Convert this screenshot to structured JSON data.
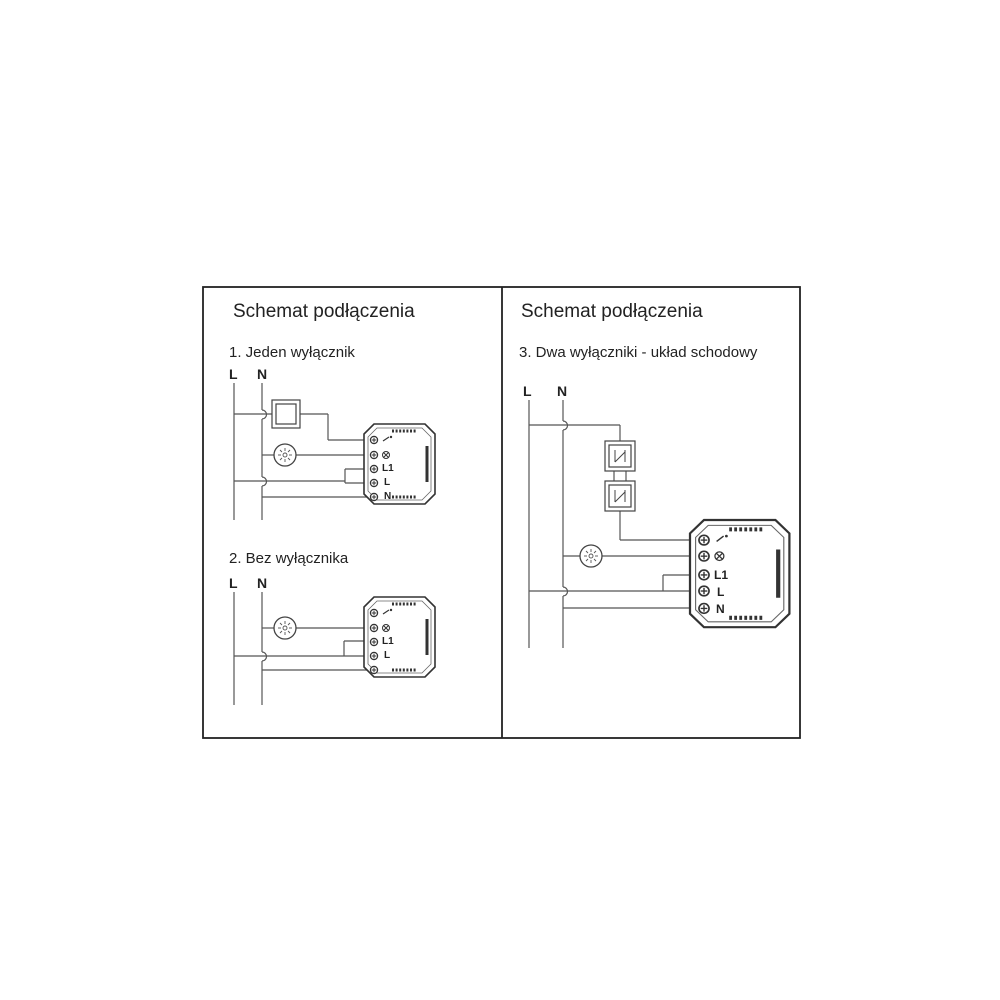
{
  "panels": [
    {
      "title": "Schemat podłączenia",
      "diagrams": [
        {
          "caption": "1. Jeden wyłącznik",
          "rail_l": "L",
          "rail_n": "N",
          "terminals": [
            "L1",
            "L",
            "N"
          ]
        },
        {
          "caption": "2. Bez wyłącznika",
          "rail_l": "L",
          "rail_n": "N",
          "terminals": [
            "L1",
            "L"
          ]
        }
      ]
    },
    {
      "title": "Schemat podłączenia",
      "diagrams": [
        {
          "caption": "3. Dwa wyłączniki - układ schodowy",
          "rail_l": "L",
          "rail_n": "N",
          "terminals": [
            "L1",
            "L",
            "N"
          ]
        }
      ]
    }
  ]
}
